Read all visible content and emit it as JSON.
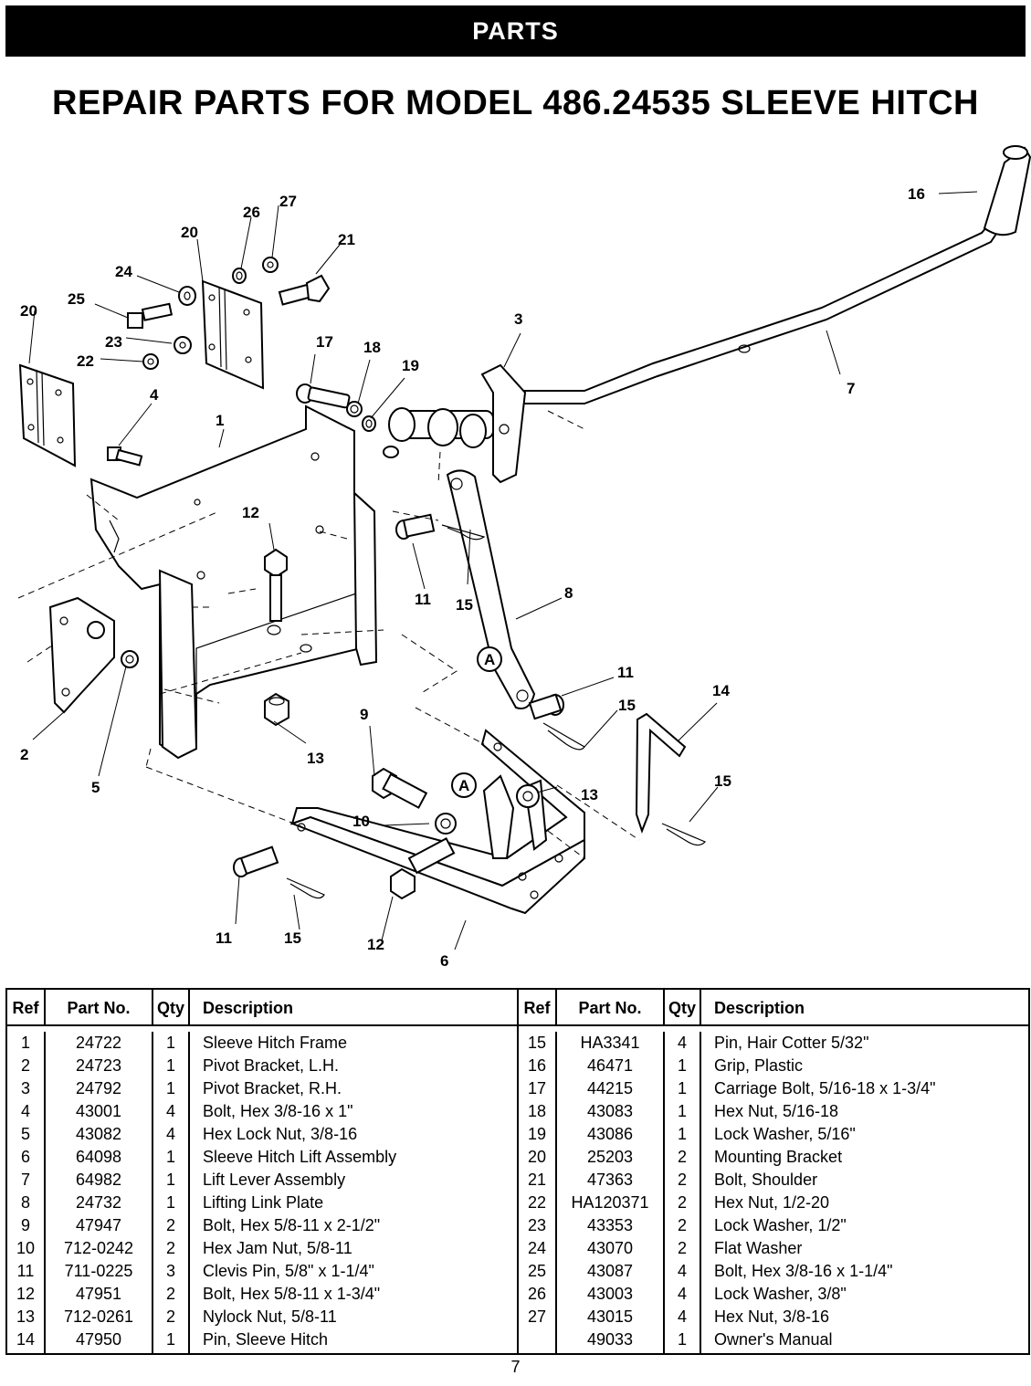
{
  "header": {
    "banner": "PARTS"
  },
  "page": {
    "title": "REPAIR PARTS FOR MODEL 486.24535 SLEEVE HITCH",
    "page_number": "7"
  },
  "diagram": {
    "labels": [
      "1",
      "2",
      "3",
      "4",
      "5",
      "6",
      "7",
      "8",
      "9",
      "10",
      "11",
      "11",
      "11",
      "12",
      "12",
      "13",
      "13",
      "14",
      "15",
      "15",
      "15",
      "15",
      "16",
      "17",
      "18",
      "19",
      "20",
      "20",
      "21",
      "22",
      "23",
      "24",
      "25",
      "26",
      "27",
      "A",
      "A"
    ]
  },
  "table": {
    "headers": {
      "ref": "Ref",
      "part_no": "Part No.",
      "qty": "Qty",
      "description": "Description"
    },
    "left_rows": [
      {
        "ref": "1",
        "part_no": "24722",
        "qty": "1",
        "description": "Sleeve Hitch Frame"
      },
      {
        "ref": "2",
        "part_no": "24723",
        "qty": "1",
        "description": "Pivot Bracket, L.H."
      },
      {
        "ref": "3",
        "part_no": "24792",
        "qty": "1",
        "description": "Pivot Bracket, R.H."
      },
      {
        "ref": "4",
        "part_no": "43001",
        "qty": "4",
        "description": "Bolt, Hex 3/8-16 x 1\""
      },
      {
        "ref": "5",
        "part_no": "43082",
        "qty": "4",
        "description": "Hex Lock Nut, 3/8-16"
      },
      {
        "ref": "6",
        "part_no": "64098",
        "qty": "1",
        "description": "Sleeve Hitch Lift Assembly"
      },
      {
        "ref": "7",
        "part_no": "64982",
        "qty": "1",
        "description": "Lift Lever Assembly"
      },
      {
        "ref": "8",
        "part_no": "24732",
        "qty": "1",
        "description": "Lifting Link Plate"
      },
      {
        "ref": "9",
        "part_no": "47947",
        "qty": "2",
        "description": "Bolt, Hex 5/8-11 x 2-1/2\""
      },
      {
        "ref": "10",
        "part_no": "712-0242",
        "qty": "2",
        "description": "Hex Jam Nut, 5/8-11"
      },
      {
        "ref": "11",
        "part_no": "711-0225",
        "qty": "3",
        "description": "Clevis Pin, 5/8\" x 1-1/4\""
      },
      {
        "ref": "12",
        "part_no": "47951",
        "qty": "2",
        "description": "Bolt, Hex 5/8-11 x 1-3/4\""
      },
      {
        "ref": "13",
        "part_no": "712-0261",
        "qty": "2",
        "description": "Nylock Nut, 5/8-11"
      },
      {
        "ref": "14",
        "part_no": "47950",
        "qty": "1",
        "description": "Pin, Sleeve Hitch"
      }
    ],
    "right_rows": [
      {
        "ref": "15",
        "part_no": "HA3341",
        "qty": "4",
        "description": "Pin, Hair Cotter 5/32\""
      },
      {
        "ref": "16",
        "part_no": "46471",
        "qty": "1",
        "description": "Grip, Plastic"
      },
      {
        "ref": "17",
        "part_no": "44215",
        "qty": "1",
        "description": "Carriage Bolt, 5/16-18 x 1-3/4\""
      },
      {
        "ref": "18",
        "part_no": "43083",
        "qty": "1",
        "description": "Hex Nut, 5/16-18"
      },
      {
        "ref": "19",
        "part_no": "43086",
        "qty": "1",
        "description": "Lock Washer, 5/16\""
      },
      {
        "ref": "20",
        "part_no": "25203",
        "qty": "2",
        "description": "Mounting Bracket"
      },
      {
        "ref": "21",
        "part_no": "47363",
        "qty": "2",
        "description": "Bolt, Shoulder"
      },
      {
        "ref": "22",
        "part_no": "HA120371",
        "qty": "2",
        "description": "Hex Nut, 1/2-20"
      },
      {
        "ref": "23",
        "part_no": "43353",
        "qty": "2",
        "description": "Lock Washer, 1/2\""
      },
      {
        "ref": "24",
        "part_no": "43070",
        "qty": "2",
        "description": "Flat Washer"
      },
      {
        "ref": "25",
        "part_no": "43087",
        "qty": "4",
        "description": "Bolt, Hex 3/8-16 x 1-1/4\""
      },
      {
        "ref": "26",
        "part_no": "43003",
        "qty": "4",
        "description": "Lock Washer, 3/8\""
      },
      {
        "ref": "27",
        "part_no": "43015",
        "qty": "4",
        "description": "Hex Nut, 3/8-16"
      },
      {
        "ref": "",
        "part_no": "49033",
        "qty": "1",
        "description": "Owner's Manual"
      }
    ]
  }
}
